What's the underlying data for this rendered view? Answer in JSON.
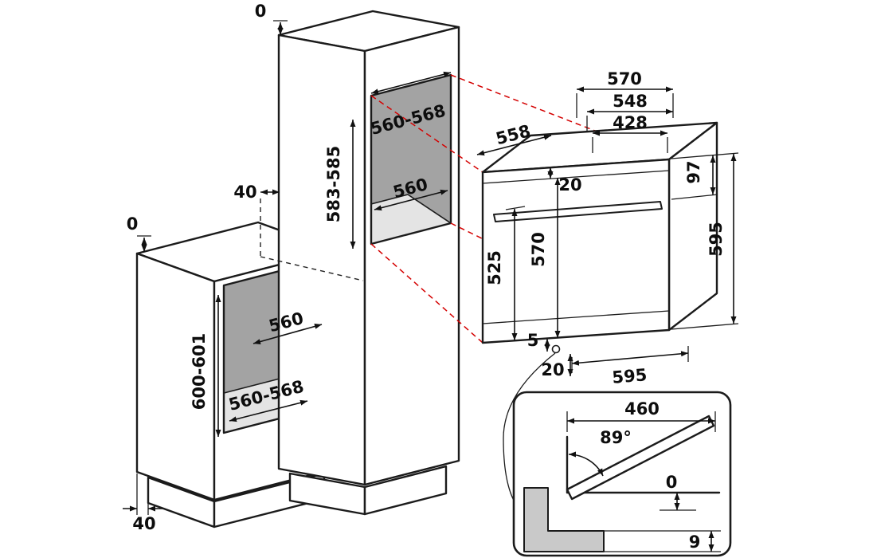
{
  "diagram": {
    "left_cabinet": {
      "top_gap": "0",
      "inner_width": "560",
      "niche_height": "600-601",
      "niche_width": "560-568",
      "plinth_recess": "40"
    },
    "tall_cabinet": {
      "top_gap": "0",
      "side_gap": "40",
      "niche_height": "583-585",
      "niche_width": "560-568",
      "inner_depth": "560"
    },
    "oven": {
      "depth_total": "570",
      "depth_body": "548",
      "depth_inner": "428",
      "top_width": "558",
      "top_inset": "20",
      "panel_height": "97",
      "height": "595",
      "front_height": "570",
      "door_height": "525",
      "floor_gap": "5",
      "bottom_inset": "20",
      "width": "595"
    },
    "detail": {
      "door_length": "460",
      "opening_angle": "89°",
      "clearance_zero": "0",
      "clearance_bottom": "9"
    }
  }
}
